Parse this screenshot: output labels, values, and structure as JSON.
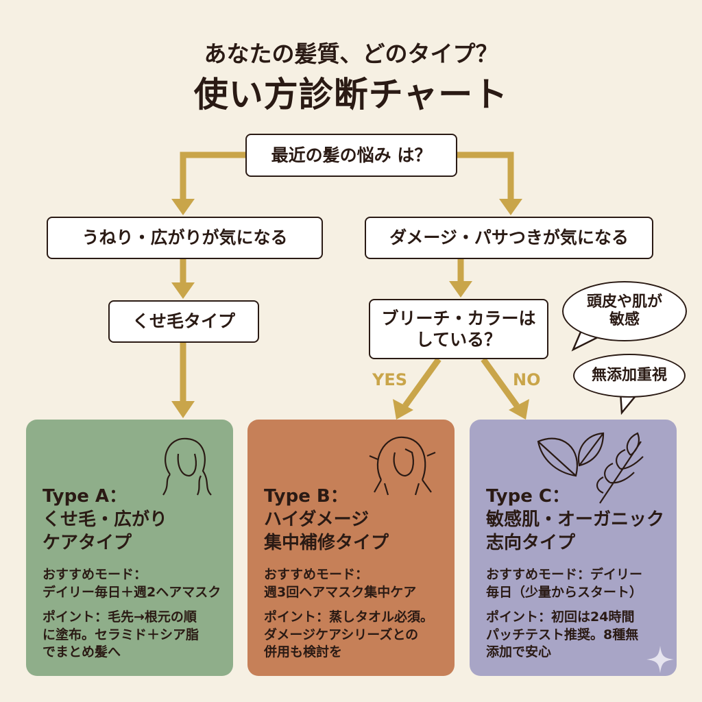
{
  "title": {
    "line1": "あなたの髪質、どのタイプ？",
    "line2": "使い方診断チャート"
  },
  "flow": {
    "root": "最近の髪の悩み は？",
    "left_branch": "うねり・広がりが気になる",
    "right_branch": "ダメージ・パサつきが気になる",
    "left_result": "くせ毛タイプ",
    "right_question": "ブリーチ・カラーは\nしている？",
    "yes_label": "YES",
    "no_label": "NO"
  },
  "bubbles": [
    "頭皮や肌が\n敏感",
    "無添加重視"
  ],
  "cards": [
    {
      "title": "Type A：\nくせ毛・広がり\nケアタイプ",
      "mode": "おすすめモード：\nデイリー毎日＋週2ヘアマスク",
      "point": "ポイント：毛先→根元の順\nに塗布。セラミド＋シア脂\nでまとめ髪へ",
      "color": "#8fae8a"
    },
    {
      "title": "Type B：\nハイダメージ\n集中補修タイプ",
      "mode": "おすすめモード：\n週3回ヘアマスク集中ケア",
      "point": "ポイント：蒸しタオル必須。\nダメージケアシリーズとの\n併用も検討を",
      "color": "#c68058"
    },
    {
      "title": "Type C：\n敏感肌・オーガニック\n志向タイプ",
      "mode": "おすすめモード：デイリー\n毎日（少量からスタート）",
      "point": "ポイント：初回は24時間\nパッチテスト推奨。8種無\n添加で安心",
      "color": "#a8a5c6"
    }
  ],
  "colors": {
    "background": "#f6f0e3",
    "arrow": "#c9a54a",
    "text": "#2a1a14"
  }
}
